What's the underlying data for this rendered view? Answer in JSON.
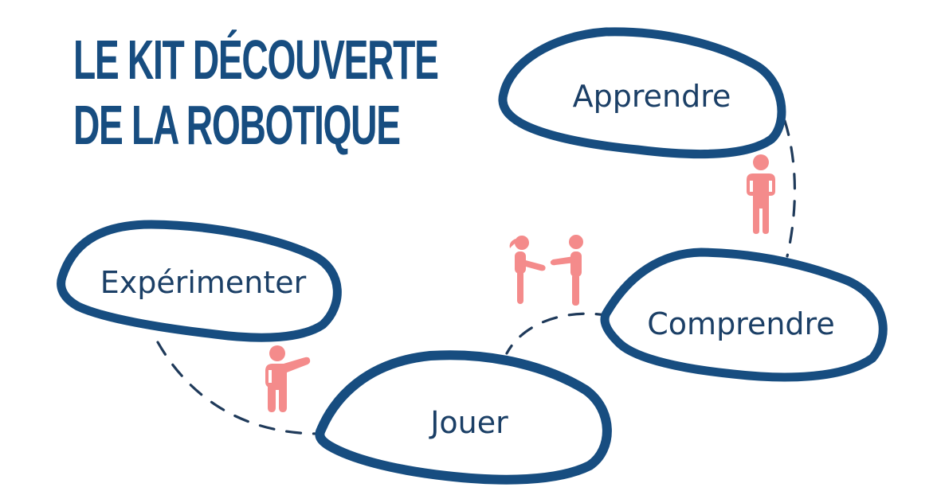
{
  "title": {
    "line1": "LE KIT DÉCOUVERTE",
    "line2": "DE LA ROBOTIQUE"
  },
  "colors": {
    "primary_blue": "#174d80",
    "text_blue": "#1b3f66",
    "figure_pink": "#f48b8b",
    "dash_blue": "#1f3a5a",
    "background": "#ffffff"
  },
  "nodes": [
    {
      "id": "apprendre",
      "label": "Apprendre"
    },
    {
      "id": "comprendre",
      "label": "Comprendre"
    },
    {
      "id": "experimenter",
      "label": "Expérimenter"
    },
    {
      "id": "jouer",
      "label": "Jouer"
    }
  ],
  "icons": {
    "person_standing": "person-standing-icon",
    "people_handshake": "people-handshake-icon",
    "person_pointing": "person-pointing-icon"
  },
  "connections": [
    {
      "from": "apprendre",
      "to": "comprendre",
      "style": "dashed"
    },
    {
      "from": "comprendre",
      "to": "jouer",
      "style": "dashed"
    },
    {
      "from": "jouer",
      "to": "experimenter",
      "style": "dashed"
    }
  ]
}
